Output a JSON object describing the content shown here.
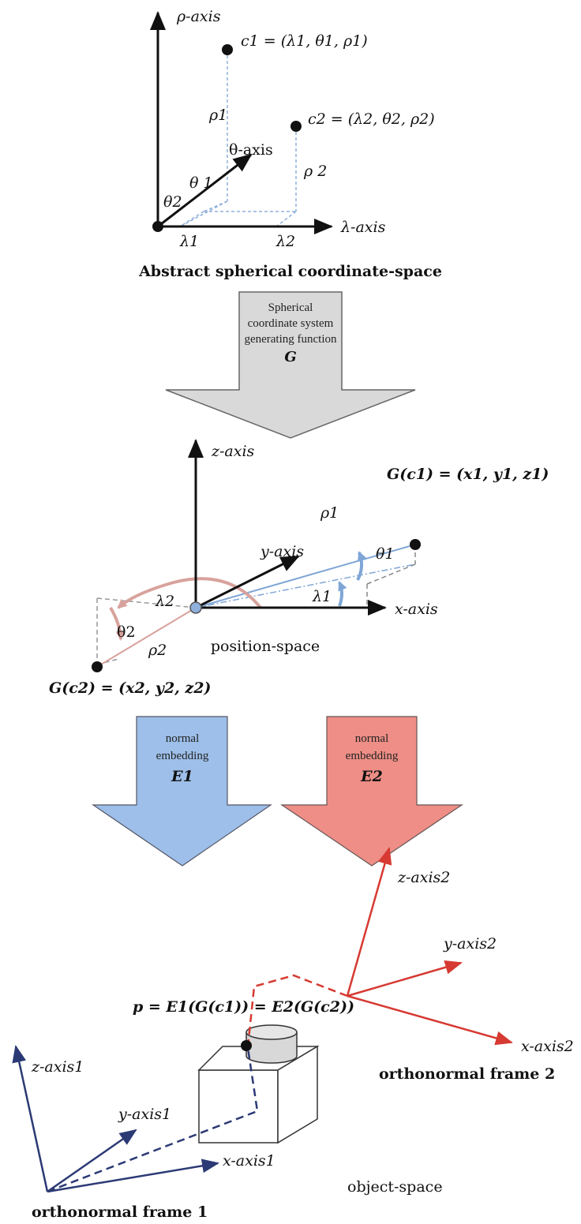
{
  "top": {
    "rho_axis": "ρ-axis",
    "theta_axis": "θ-axis",
    "lambda_axis": "λ-axis",
    "c1": "c1 = (λ1, θ1, ρ1)",
    "c2": "c2 = (λ2, θ2, ρ2)",
    "rho1": "ρ1",
    "rho2": "ρ 2",
    "theta1": "θ 1",
    "theta2": "θ2",
    "lambda1": "λ1",
    "lambda2": "λ2",
    "caption": "Abstract spherical coordinate-space"
  },
  "arrow_g": {
    "line1": "Spherical",
    "line2": "coordinate system",
    "line3": "generating function",
    "symbol": "G"
  },
  "position": {
    "z_axis": "z-axis",
    "y_axis": "y-axis",
    "x_axis": "x-axis",
    "gc1": "G(c1) = (x1, y1, z1)",
    "gc2": "G(c2) = (x2, y2, z2)",
    "rho1": "ρ1",
    "rho2": "ρ2",
    "theta1": "θ1",
    "theta2": "θ2",
    "lambda1": "λ1",
    "lambda2": "λ2",
    "caption": "position-space"
  },
  "arrow_e1": {
    "line1": "normal",
    "line2": "embedding",
    "symbol": "E1"
  },
  "arrow_e2": {
    "line1": "normal",
    "line2": "embedding",
    "symbol": "E2"
  },
  "object": {
    "p_equation": "p = E1(G(c1)) = E2(G(c2))",
    "z_axis1": "z-axis1",
    "y_axis1": "y-axis1",
    "x_axis1": "x-axis1",
    "frame1": "orthonormal frame 1",
    "z_axis2": "z-axis2",
    "y_axis2": "y-axis2",
    "x_axis2": "x-axis2",
    "frame2": "orthonormal frame 2",
    "caption": "object-space"
  },
  "colors": {
    "blue_arrow": "#9dbfe9",
    "red_arrow": "#ee8e86",
    "gray_arrow": "#d9d9d9",
    "frame1": "#2b3a74",
    "frame2": "#d63a32",
    "light_blue": "#7fa6d6",
    "light_red": "#d8a29c"
  }
}
